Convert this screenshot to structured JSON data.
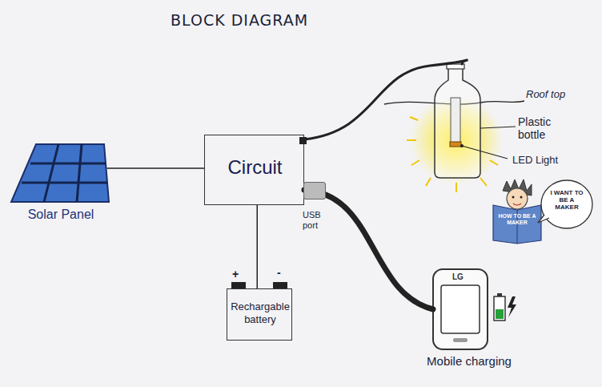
{
  "diagram": {
    "title": "BLOCK DIAGRAM",
    "nodes": [
      {
        "text": [
          "Solar Panel"
        ]
      },
      {
        "text": [
          "Circuit"
        ]
      },
      {
        "text": [
          "Plastic bottle"
        ]
      },
      {
        "text": [
          "Rechargable battery"
        ]
      },
      {
        "text": [
          "Mobile charging"
        ]
      }
    ],
    "edges": [
      {
        "from": 0,
        "to": 1,
        "arrow": "none"
      },
      {
        "from": 1,
        "to": 2,
        "arrow": "none"
      },
      {
        "from": 1,
        "to": 3,
        "arrow": "none"
      },
      {
        "from": 1,
        "to": 4,
        "arrow": "none"
      }
    ],
    "labels": [
      "Roof top",
      "LED Light",
      "USB port",
      "+",
      "-",
      "LG",
      "HOW TO BE A MAKER",
      "I WANT TO BE A MAKER"
    ]
  }
}
